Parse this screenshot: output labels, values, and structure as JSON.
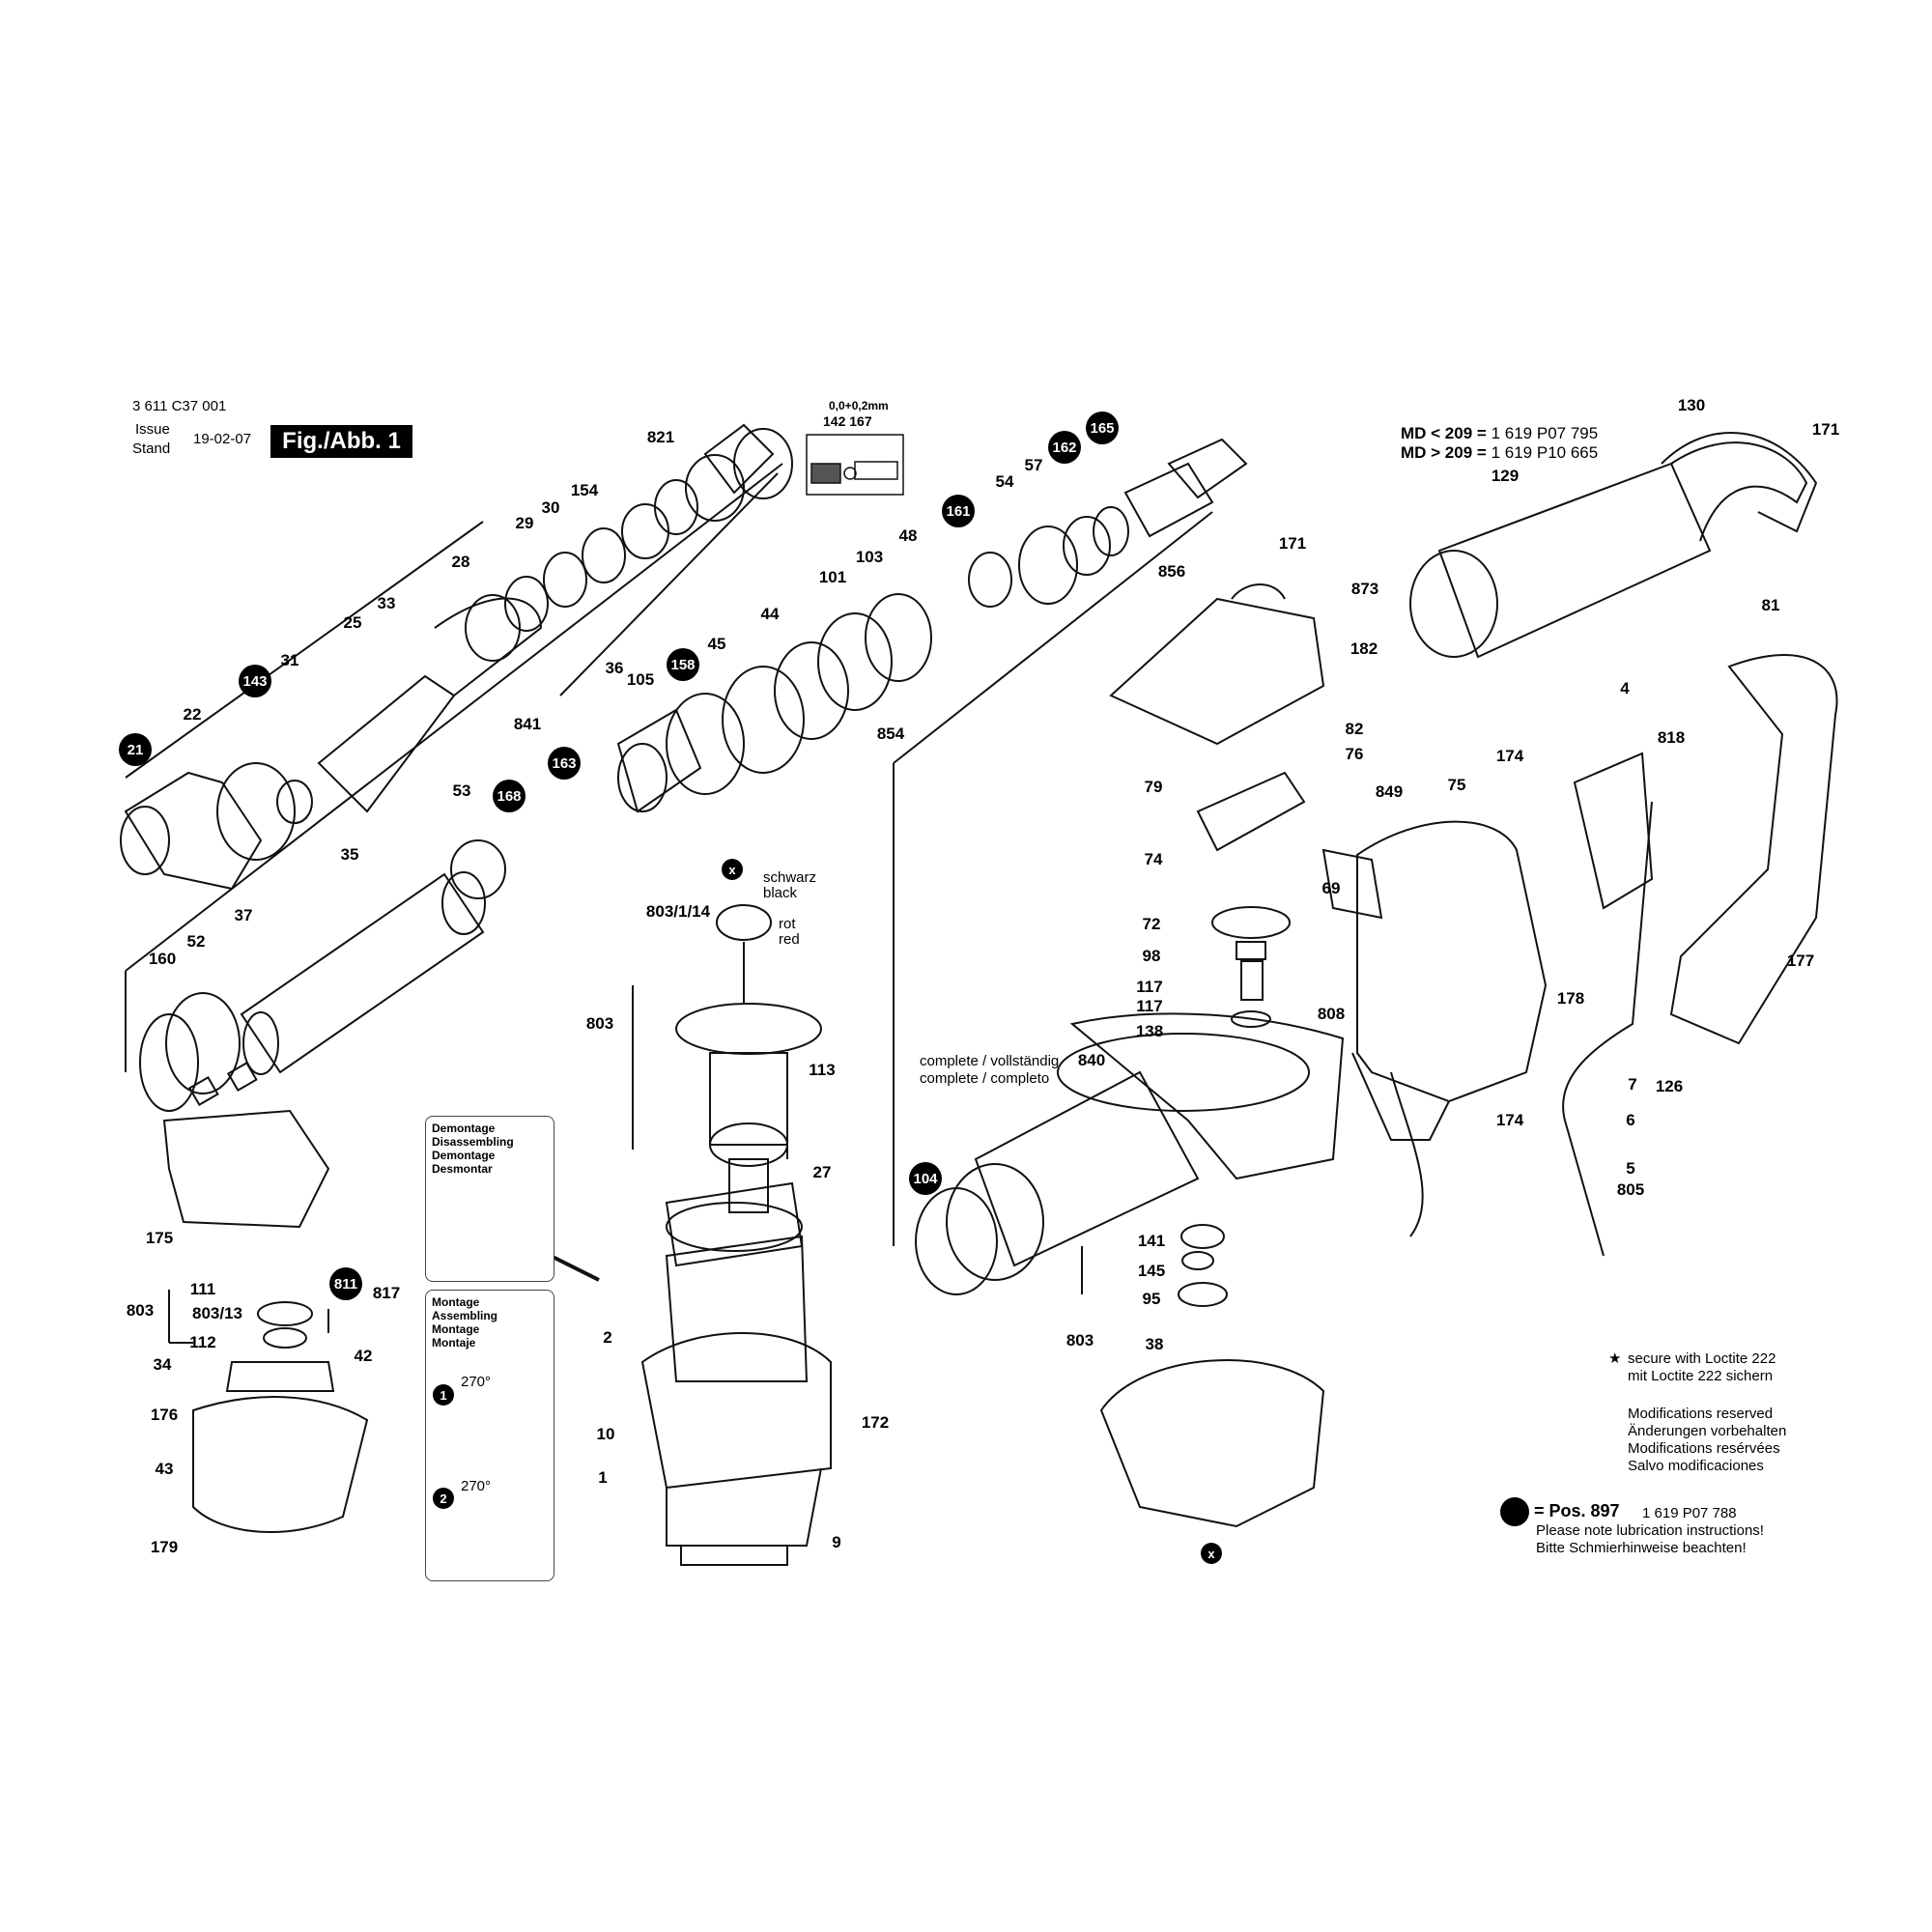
{
  "header": {
    "doc_number": "3 611 C37 001",
    "issue_label": "Issue",
    "stand_label": "Stand",
    "issue_date": "19-02-07",
    "fig_label": "Fig./Abb. 1"
  },
  "tolerance": {
    "value": "0,0+0,2mm",
    "parts": "142 167"
  },
  "md_notes": [
    {
      "cond": "MD < 209",
      "eq": "=",
      "part": "1 619 P07 795"
    },
    {
      "cond": "MD > 209",
      "eq": "=",
      "part": "1 619 P10 665"
    }
  ],
  "brush_labels": {
    "schwarz": "schwarz",
    "black": "black",
    "rot": "rot",
    "red": "red"
  },
  "complete_labels": {
    "line1": "complete / vollständig",
    "line2": "complete / completo"
  },
  "demontage": [
    "Demontage",
    "Disassembling",
    "Demontage",
    "Desmontar"
  ],
  "montage": [
    "Montage",
    "Assembling",
    "Montage",
    "Montaje"
  ],
  "angle": "270°",
  "step_1": "1",
  "step_2": "2",
  "x_marker": "x",
  "star_note": [
    "secure with Loctite 222",
    "mit Loctite 222 sichern"
  ],
  "star_symbol": "★",
  "modifications": [
    "Modifications reserved",
    "Änderungen vorbehalten",
    "Modifications resérvées",
    "Salvo modificaciones"
  ],
  "lube_note": {
    "pos": "= Pos. 897",
    "part": "1 619 P07 788",
    "lines": [
      "Please note lubrication instructions!",
      "Bitte Schmierhinweise beachten!"
    ]
  },
  "badges": [
    "21",
    "143",
    "158",
    "168",
    "163",
    "161",
    "162",
    "165",
    "104",
    "811"
  ],
  "part_labels": [
    "821",
    "154",
    "30",
    "29",
    "28",
    "33",
    "25",
    "31",
    "22",
    "53",
    "35",
    "37",
    "52",
    "160",
    "841",
    "36",
    "105",
    "45",
    "44",
    "101",
    "103",
    "48",
    "54",
    "57",
    "854",
    "856",
    "171",
    "873",
    "182",
    "82",
    "76",
    "79",
    "849",
    "74",
    "72",
    "98",
    "117",
    "117",
    "138",
    "69",
    "75",
    "130",
    "171",
    "129",
    "81",
    "4",
    "818",
    "174",
    "178",
    "7",
    "126",
    "6",
    "5",
    "805",
    "177",
    "174",
    "808",
    "840",
    "141",
    "145",
    "95",
    "803",
    "38",
    "113",
    "27",
    "2",
    "10",
    "1",
    "172",
    "9",
    "803/1/14",
    "803",
    "175",
    "111",
    "803",
    "803/13",
    "112",
    "817",
    "42",
    "34",
    "176",
    "43",
    "179"
  ]
}
